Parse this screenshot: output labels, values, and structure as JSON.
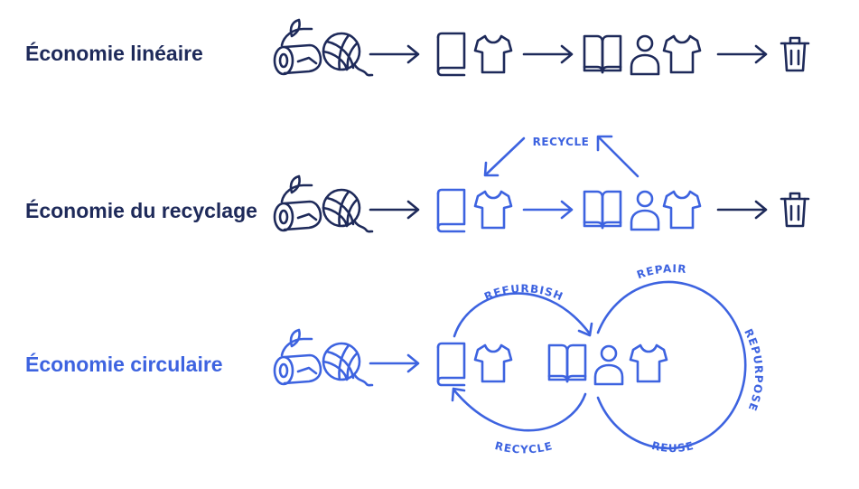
{
  "colors": {
    "dark": "#1e2a5a",
    "blue": "#3d63e0"
  },
  "rows": {
    "linear": {
      "title": "Économie linéaire"
    },
    "recycle": {
      "title": "Économie du recyclage",
      "loop_label": "RECYCLE"
    },
    "circular": {
      "title": "Économie circulaire",
      "left_loop": {
        "top_label": "REFURBISH",
        "bottom_label": "RECYCLE"
      },
      "right_loop": {
        "top_label": "REPAIR",
        "side_label": "REPURPOSE",
        "bottom_label": "REUSE"
      }
    }
  },
  "icons": [
    "log-icon",
    "yarn-icon",
    "arrow-right-icon",
    "book-icon",
    "tshirt-icon",
    "open-book-icon",
    "person-icon",
    "trash-icon"
  ]
}
